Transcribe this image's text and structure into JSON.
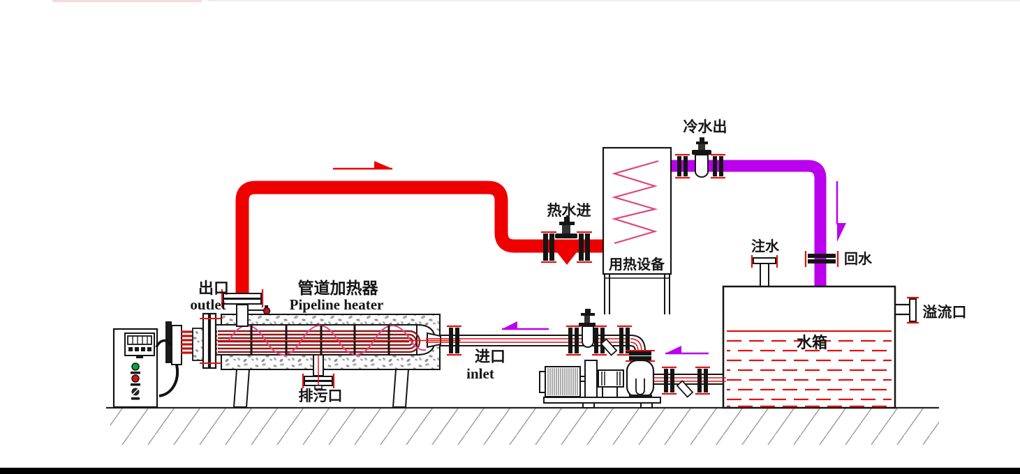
{
  "labels": {
    "outlet": {
      "cn": "出口",
      "en": "outlet"
    },
    "pipeline_heater": {
      "cn": "管道加热器",
      "en": "Pipeline heater"
    },
    "drain_port": {
      "cn": "排污口"
    },
    "inlet": {
      "cn": "进口",
      "en": "inlet"
    },
    "hot_water_in": {
      "cn": "热水进"
    },
    "heat_equipment": {
      "cn": "用热设备"
    },
    "cold_water_out": {
      "cn": "冷水出"
    },
    "water_fill": {
      "cn": "注水"
    },
    "return_water": {
      "cn": "回水"
    },
    "overflow_port": {
      "cn": "溢流口"
    },
    "water_tank": {
      "cn": "水箱"
    }
  },
  "colors": {
    "hot_pipe": "#ee0000",
    "cold_pipe": "#bb00ee",
    "coil_pink": "#e0457f",
    "heater_element": "#8b1c1c",
    "pipe_red_line": "#e01212",
    "gasket_red": "#e01212",
    "indicator_green": "#00a832",
    "indicator_red": "#dd1111",
    "ground_hatch": "#9c9c9c",
    "line_black": "#151515"
  }
}
